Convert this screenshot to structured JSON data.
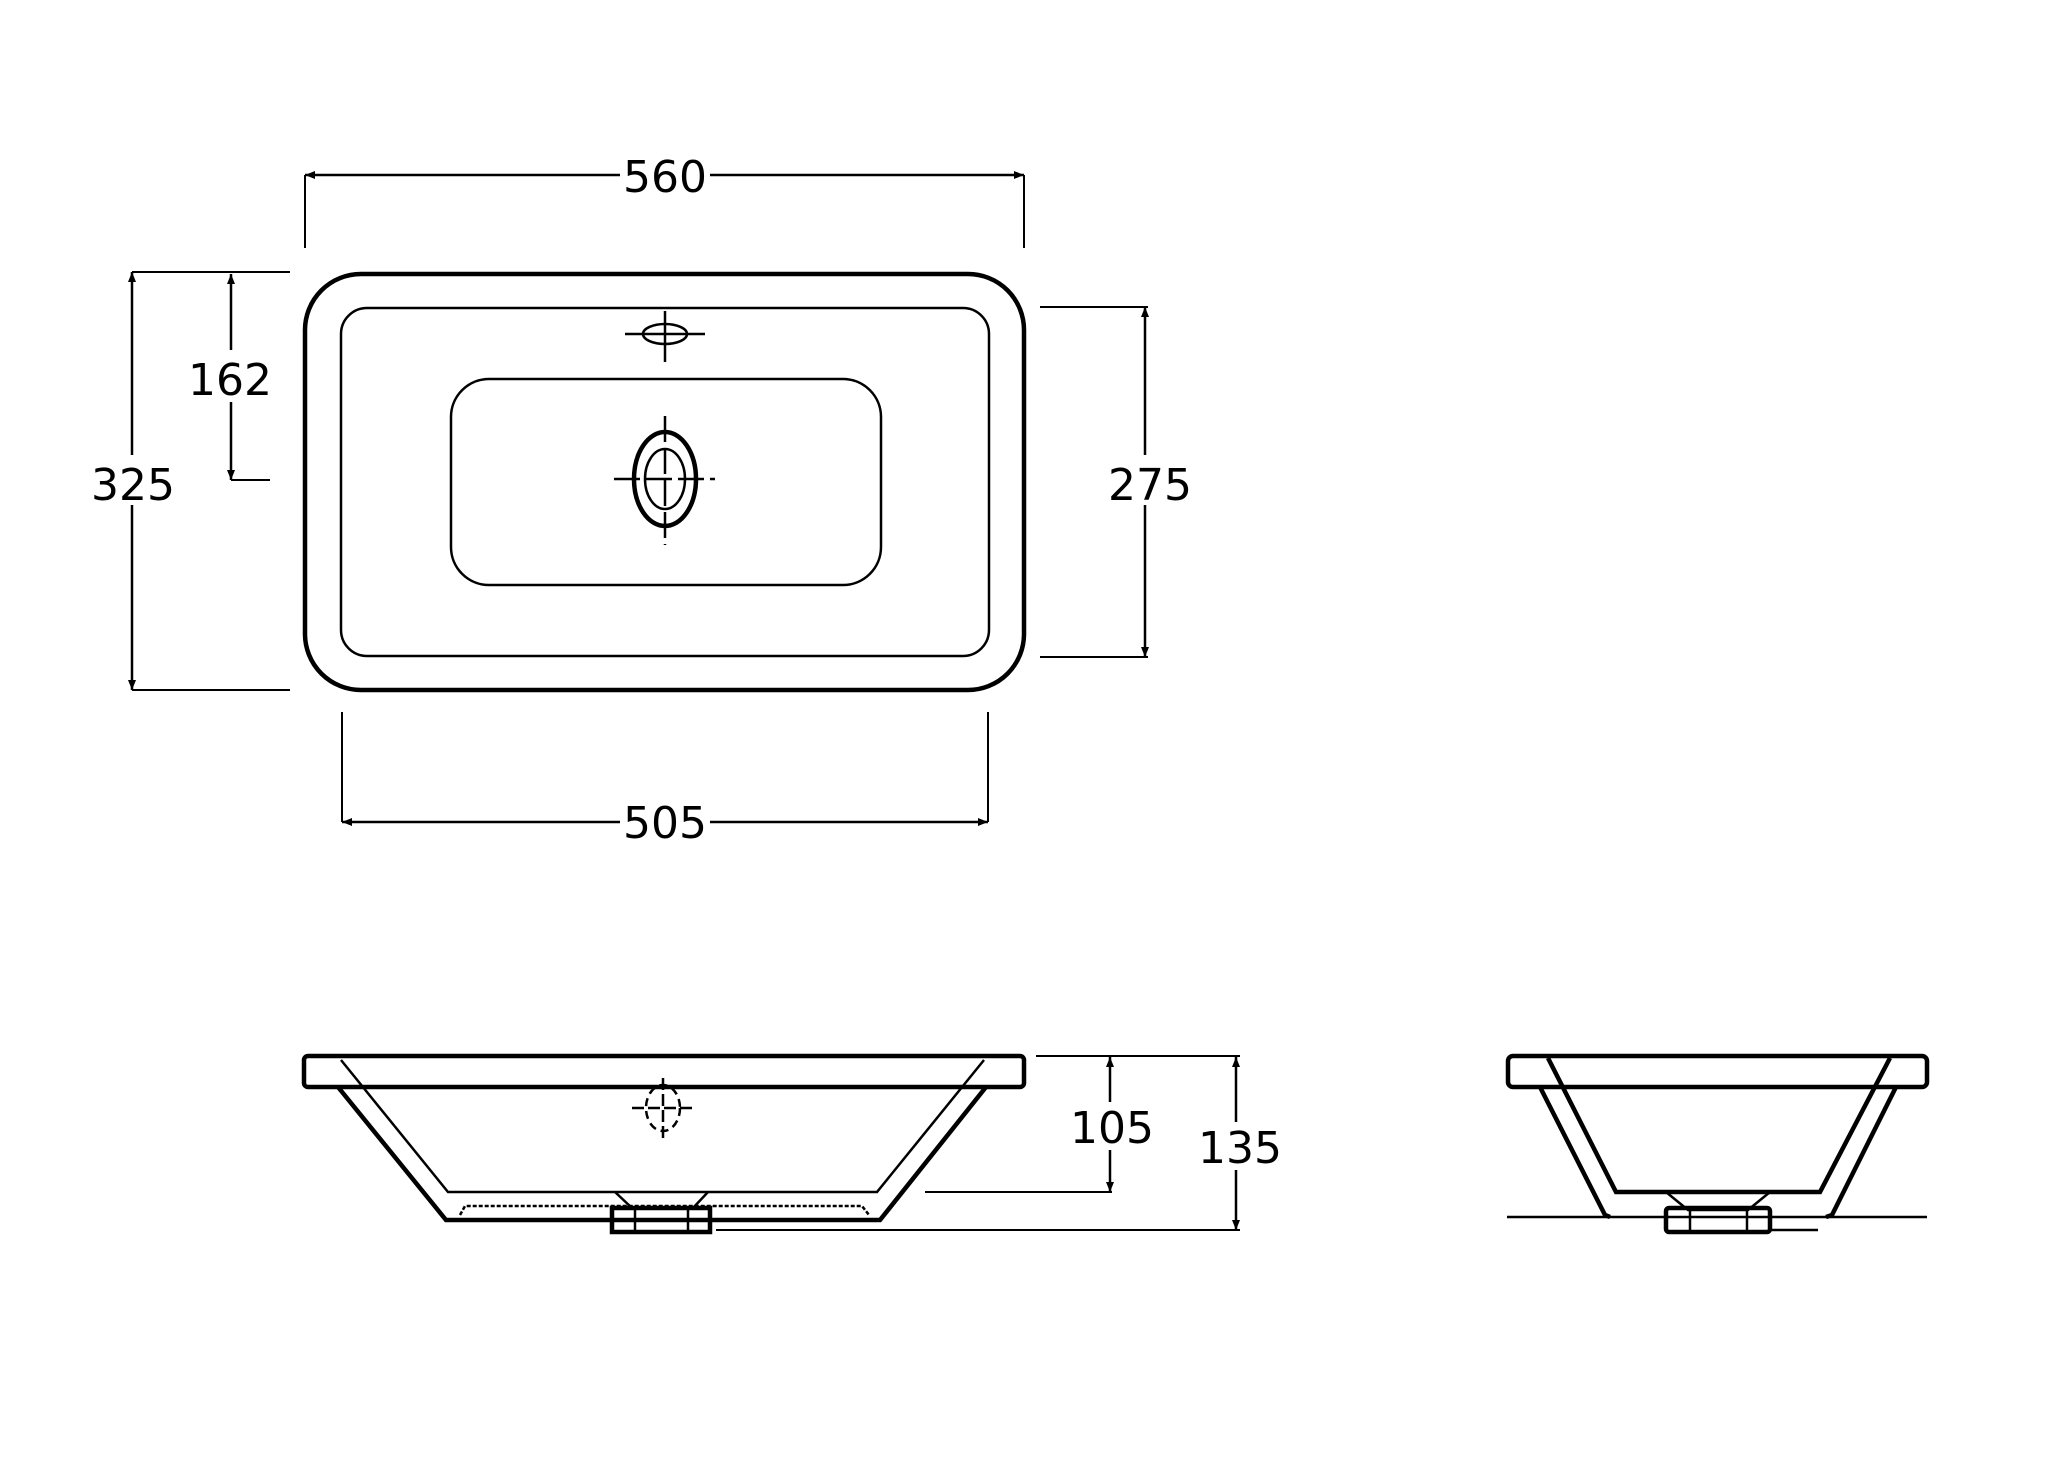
{
  "drawing": {
    "subject": "rectangular basin technical drawing",
    "units": "mm",
    "views": {
      "plan": {
        "dimensions": {
          "overall_width": "560",
          "inner_width": "505",
          "overall_depth": "325",
          "tap_hole_offset": "162",
          "inner_depth": "275"
        }
      },
      "front_elevation": {
        "dimensions": {
          "bowl_depth": "105",
          "overall_height": "135"
        }
      },
      "side_elevation": {}
    },
    "colors": {
      "line": "#000000",
      "background": "#ffffff"
    }
  }
}
